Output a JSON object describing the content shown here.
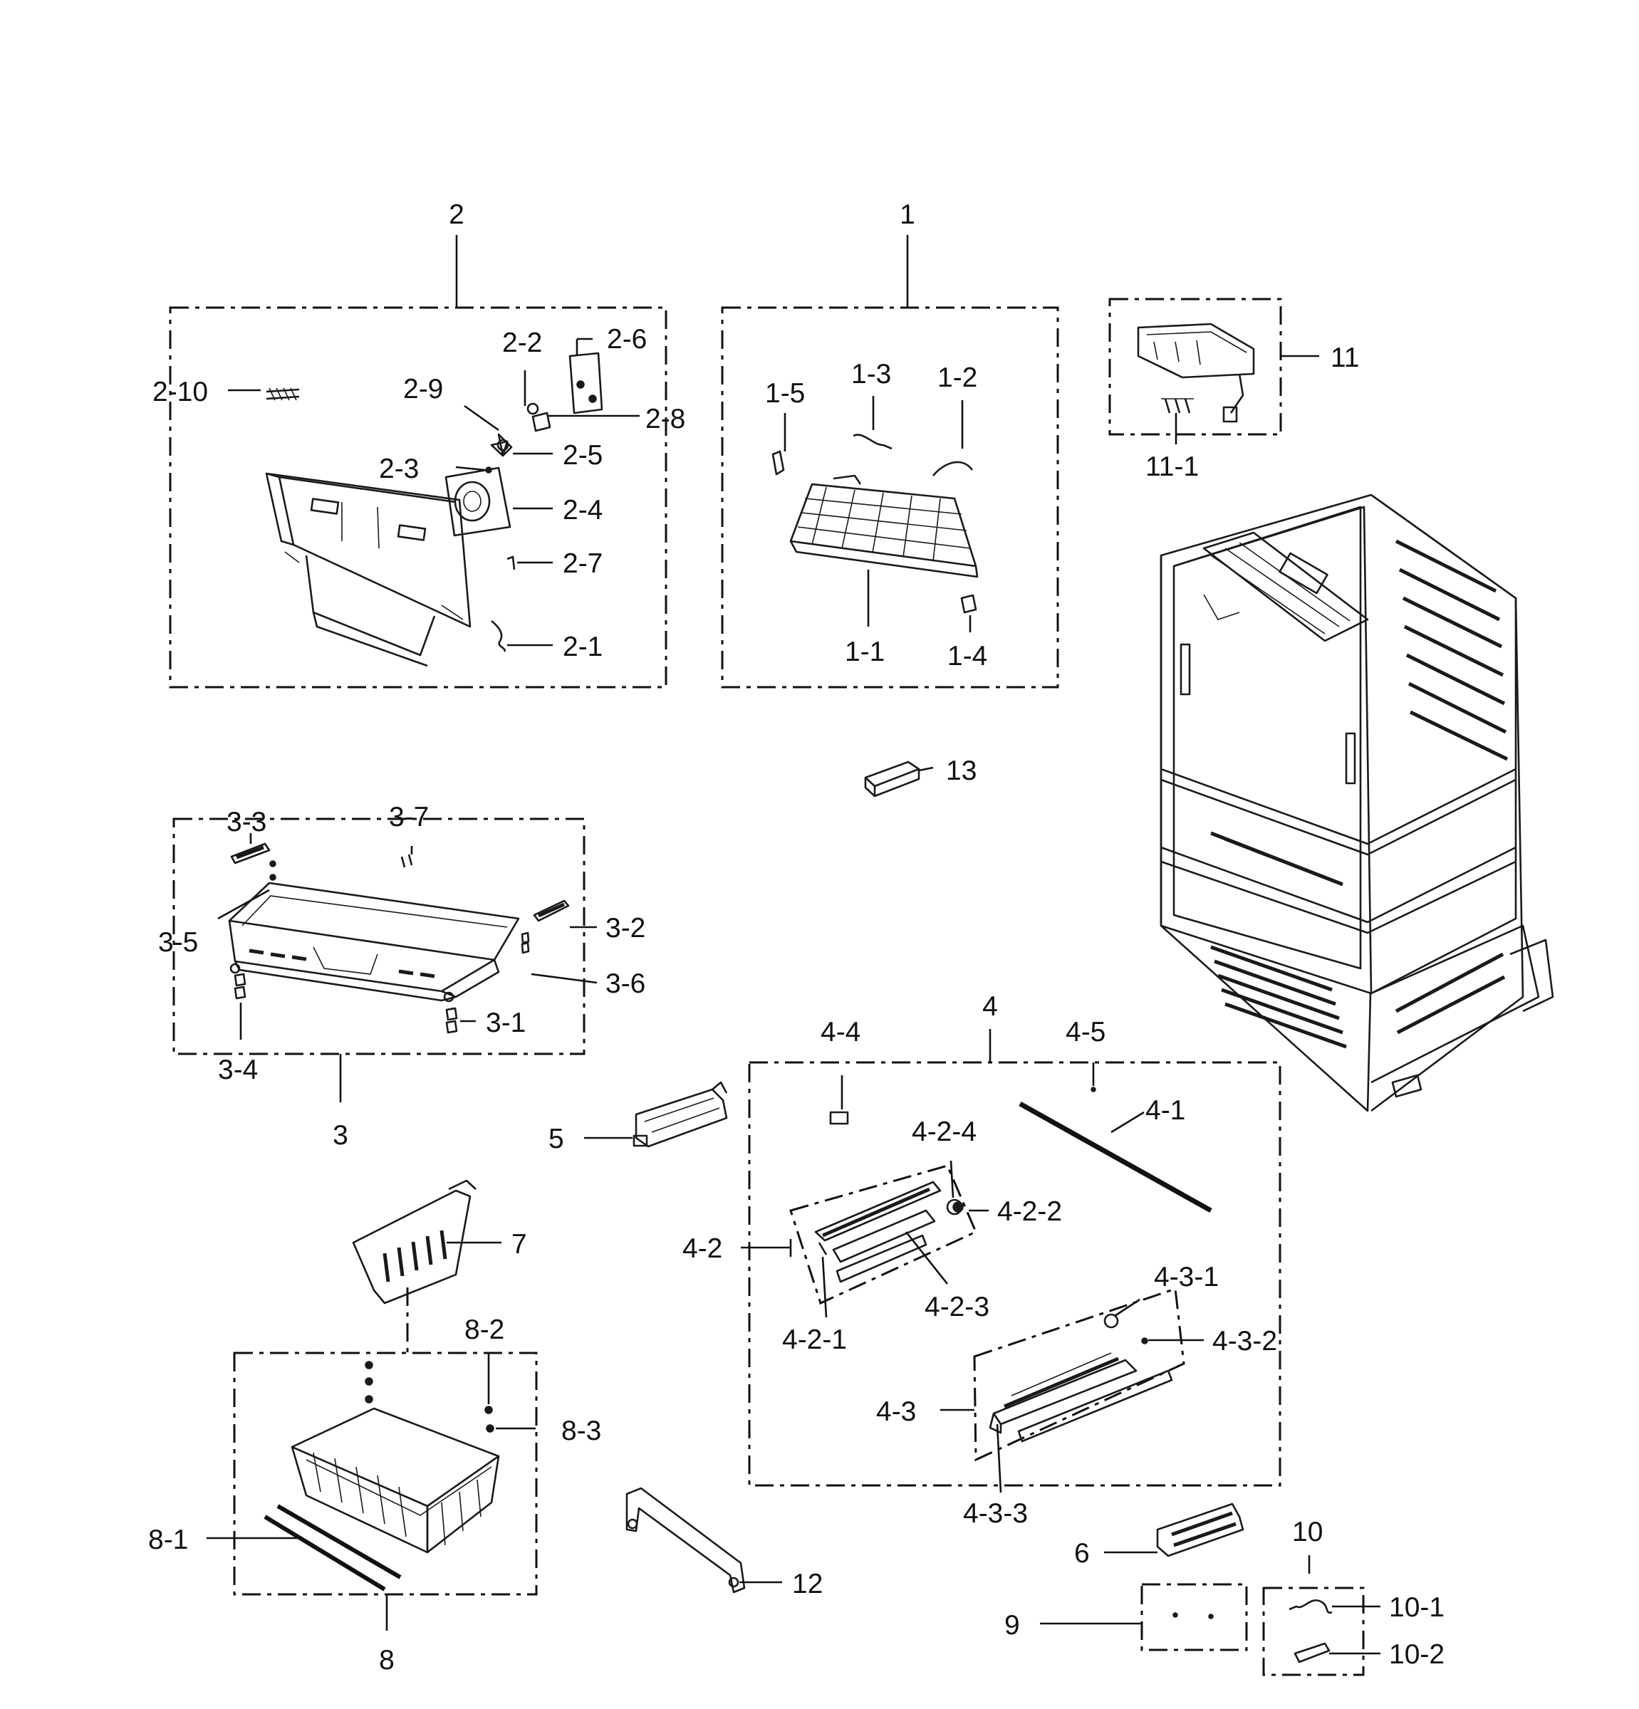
{
  "callouts": {
    "c1": "1",
    "c1_1": "1-1",
    "c1_2": "1-2",
    "c1_3": "1-3",
    "c1_4": "1-4",
    "c1_5": "1-5",
    "c2": "2",
    "c2_1": "2-1",
    "c2_2": "2-2",
    "c2_3": "2-3",
    "c2_4": "2-4",
    "c2_5": "2-5",
    "c2_6": "2-6",
    "c2_7": "2-7",
    "c2_8": "2-8",
    "c2_9": "2-9",
    "c2_10": "2-10",
    "c3": "3",
    "c3_1": "3-1",
    "c3_2": "3-2",
    "c3_3": "3-3",
    "c3_4": "3-4",
    "c3_5": "3-5",
    "c3_6": "3-6",
    "c3_7": "3-7",
    "c4": "4",
    "c4_1": "4-1",
    "c4_2": "4-2",
    "c4_2_1": "4-2-1",
    "c4_2_2": "4-2-2",
    "c4_2_3": "4-2-3",
    "c4_2_4": "4-2-4",
    "c4_3": "4-3",
    "c4_3_1": "4-3-1",
    "c4_3_2": "4-3-2",
    "c4_3_3": "4-3-3",
    "c4_4": "4-4",
    "c4_5": "4-5",
    "c5": "5",
    "c6": "6",
    "c7": "7",
    "c8": "8",
    "c8_1": "8-1",
    "c8_2": "8-2",
    "c8_3": "8-3",
    "c9": "9",
    "c10": "10",
    "c10_1": "10-1",
    "c10_2": "10-2",
    "c11": "11",
    "c11_1": "11-1",
    "c12": "12",
    "c13": "13"
  }
}
